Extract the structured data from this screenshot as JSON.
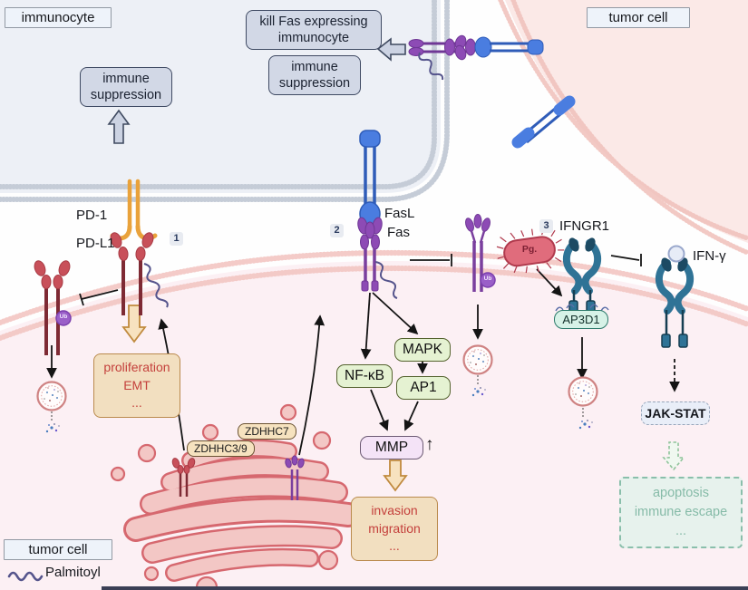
{
  "cells": {
    "immunocyte_label": "immunocyte",
    "tumor_cell_top_label": "tumor cell",
    "tumor_cell_bottom_label": "tumor cell"
  },
  "callouts": {
    "kill_box": "kill Fas expressing immunocyte",
    "immune_suppression_top": "immune suppression",
    "immune_suppression_left": "immune suppression"
  },
  "molecules": {
    "pd1": "PD-1",
    "pdl1": "PD-L1",
    "fasl": "FasL",
    "fas": "Fas",
    "ifngr1": "IFNGR1",
    "ifng": "IFN-γ",
    "pg": "Pg.",
    "ub": "Ub",
    "zdhhc39": "ZDHHC3/9",
    "zdhhc7": "ZDHHC7",
    "ap3d1": "AP3D1"
  },
  "signaling": {
    "nfkb": "NF-κB",
    "mapk": "MAPK",
    "ap1": "AP1",
    "mmp": "MMP",
    "mmp_up_arrow": "↑",
    "jakstat": "JAK-STAT"
  },
  "steps": {
    "one": "1",
    "two": "2",
    "three": "3"
  },
  "outcomes": {
    "proliferation": {
      "line1": "proliferation",
      "line2": "EMT",
      "line3": "..."
    },
    "invasion": {
      "line1": "invasion",
      "line2": "migration",
      "line3": "..."
    },
    "apoptosis": {
      "line1": "apoptosis",
      "line2": "immune escape",
      "line3": "..."
    }
  },
  "legend": {
    "palmitoyl": "Palmitoyl"
  },
  "colors": {
    "pd1_yellow": "#e9a23b",
    "pdl1_red": "#c8505a",
    "fas_purple": "#8d4bb5",
    "fasl_blue": "#4a7de0",
    "ifngr_teal": "#2f7396",
    "membrane_pink": "#f3c6c3",
    "immunocyte_membrane_grey": "#c5ccd7",
    "golgi_pink": "#f3c7c5",
    "palmitoyl_wave": "#55548c",
    "ubiquitin_purple": "#9a5fc8",
    "pg_red": "#e06c7c"
  },
  "icons": {
    "palmitoyl_wave": "squiggle",
    "ubiquitin": "small purple circle",
    "vesicle": "dotted lysosome circle",
    "block_arrow": "hollow arrow"
  }
}
